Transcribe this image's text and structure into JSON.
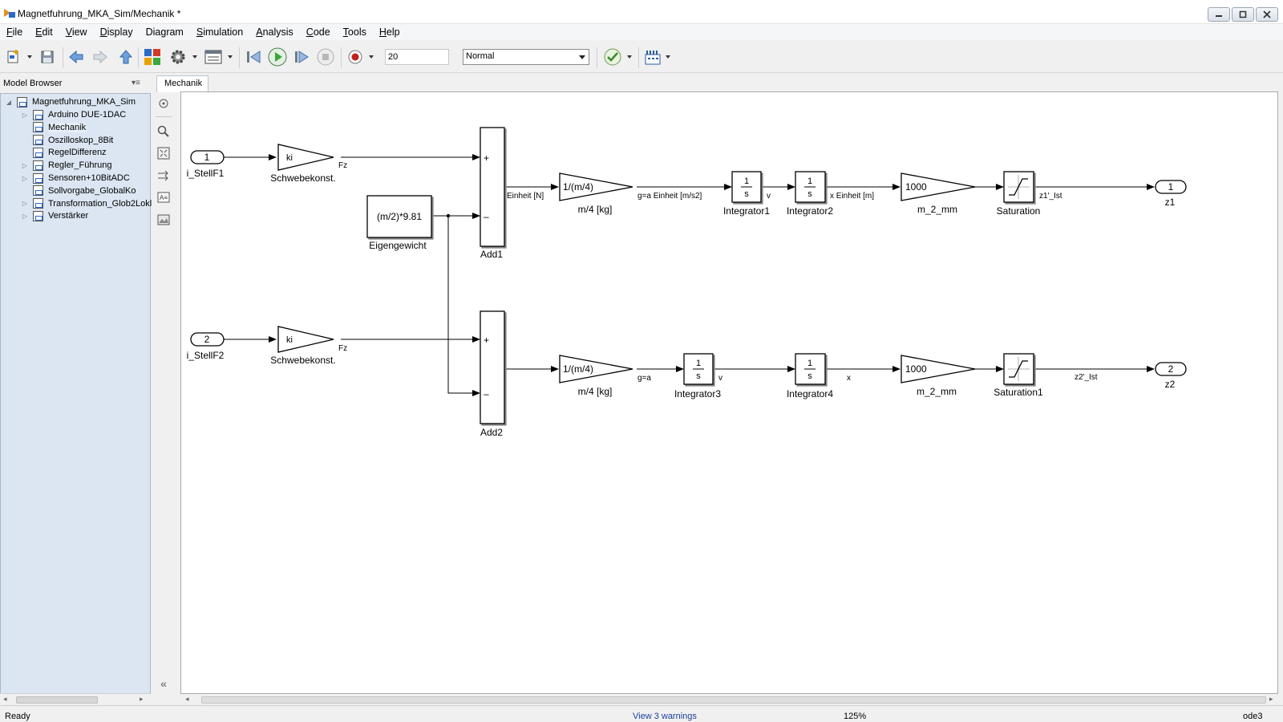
{
  "window": {
    "title": "Magnetfuhrung_MKA_Sim/Mechanik *"
  },
  "menu": [
    "File",
    "Edit",
    "View",
    "Display",
    "Diagram",
    "Simulation",
    "Analysis",
    "Code",
    "Tools",
    "Help"
  ],
  "menu_underline": [
    "F",
    "E",
    "V",
    "D",
    "g",
    "S",
    "A",
    "C",
    "T",
    "H"
  ],
  "toolbar": {
    "stop_time": "20",
    "sim_mode": "Normal",
    "icons": [
      "new-model-icon",
      "save-icon",
      "back-icon",
      "forward-icon",
      "up-icon",
      "library-browser-icon",
      "model-config-icon",
      "model-explorer-icon",
      "step-back-icon",
      "run-icon",
      "step-forward-icon",
      "stop-icon",
      "record-icon",
      "model-advisor-icon",
      "build-icon"
    ]
  },
  "model_browser": {
    "title": "Model Browser",
    "root": "Magnetfuhrung_MKA_Sim",
    "items": [
      {
        "label": "Arduino DUE-1DAC",
        "expandable": true
      },
      {
        "label": "Mechanik",
        "expandable": false,
        "selected": true
      },
      {
        "label": "Oszilloskop_8Bit",
        "expandable": false
      },
      {
        "label": "RegelDifferenz",
        "expandable": false
      },
      {
        "label": "Regler_Führung",
        "expandable": true
      },
      {
        "label": "Sensoren+10BitADC",
        "expandable": true
      },
      {
        "label": "Sollvorgabe_GlobalKo",
        "expandable": false
      },
      {
        "label": "Transformation_Glob2Lokl",
        "expandable": true
      },
      {
        "label": "Verstärker",
        "expandable": true
      }
    ]
  },
  "tab": {
    "label": "Mechanik"
  },
  "diagram": {
    "inport1": {
      "num": "1",
      "name": "i_StellF1"
    },
    "inport2": {
      "num": "2",
      "name": "i_StellF2"
    },
    "gain_ki_1": {
      "text": "ki",
      "name": "Schwebekonst.",
      "signal": "Fz"
    },
    "gain_ki_2": {
      "text": "ki",
      "name": "Schwebekonst.",
      "signal": "Fz"
    },
    "constant": {
      "text": "(m/2)*9.81",
      "name": "Eigengewicht"
    },
    "add1": {
      "name": "Add1",
      "plus": "+",
      "minus": "–",
      "signal": "Einheit [N]"
    },
    "add2": {
      "name": "Add2",
      "plus": "+",
      "minus": "–"
    },
    "mass1": {
      "text": "1/(m/4)",
      "name": "m/4 [kg]",
      "signal": "g=a  Einheit [m/s2]"
    },
    "mass2": {
      "text": "1/(m/4)",
      "name": "m/4 [kg]",
      "signal": "g=a"
    },
    "int1": {
      "num": "1",
      "den": "s",
      "name": "Integrator1",
      "signal": "v"
    },
    "int2": {
      "num": "1",
      "den": "s",
      "name": "Integrator2",
      "signal": "x Einheit [m]"
    },
    "int3": {
      "num": "1",
      "den": "s",
      "name": "Integrator3",
      "signal": "v"
    },
    "int4": {
      "num": "1",
      "den": "s",
      "name": "Integrator4",
      "signal": "x"
    },
    "mm1": {
      "text": "1000",
      "name": "m_2_mm"
    },
    "mm2": {
      "text": "1000",
      "name": "m_2_mm"
    },
    "sat1": {
      "name": "Saturation",
      "signal": "z1'_Ist"
    },
    "sat2": {
      "name": "Saturation1",
      "signal": "z2'_Ist"
    },
    "outport1": {
      "num": "1",
      "name": "z1"
    },
    "outport2": {
      "num": "2",
      "name": "z2"
    }
  },
  "status": {
    "ready": "Ready",
    "warnings": "View 3 warnings",
    "zoom": "125%",
    "solver": "ode3"
  },
  "colors": {
    "accent": "#2a6ac9",
    "tree_bg": "#dbe6f2",
    "run_green": "#3aa83a",
    "record_red": "#c0201c"
  }
}
